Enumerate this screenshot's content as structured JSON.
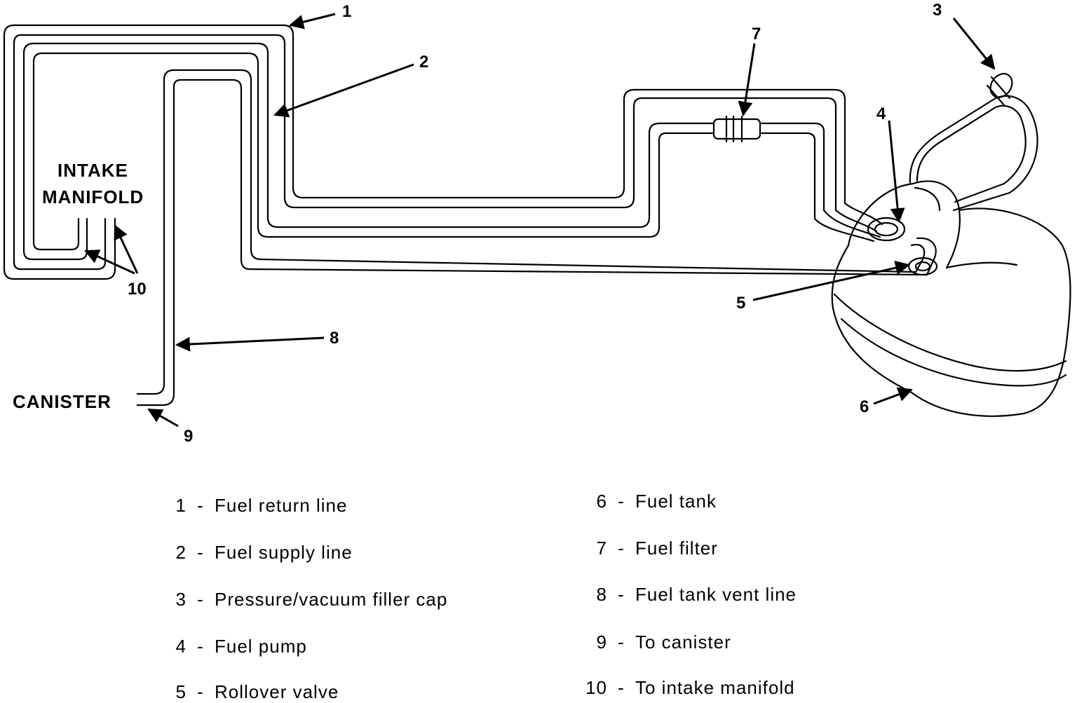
{
  "region_labels": {
    "intake_line1": "INTAKE",
    "intake_line2": "MANIFOLD",
    "canister": "CANISTER"
  },
  "callouts": [
    "1",
    "2",
    "3",
    "4",
    "5",
    "6",
    "7",
    "8",
    "9",
    "10"
  ],
  "legend": {
    "separator": "-",
    "items": [
      {
        "num": "1",
        "text": "Fuel return line"
      },
      {
        "num": "2",
        "text": "Fuel supply line"
      },
      {
        "num": "3",
        "text": "Pressure/vacuum filler cap"
      },
      {
        "num": "4",
        "text": "Fuel pump"
      },
      {
        "num": "5",
        "text": "Rollover valve"
      },
      {
        "num": "6",
        "text": "Fuel tank"
      },
      {
        "num": "7",
        "text": "Fuel filter"
      },
      {
        "num": "8",
        "text": "Fuel tank vent line"
      },
      {
        "num": "9",
        "text": "To canister"
      },
      {
        "num": "10",
        "text": "To intake manifold"
      }
    ]
  }
}
